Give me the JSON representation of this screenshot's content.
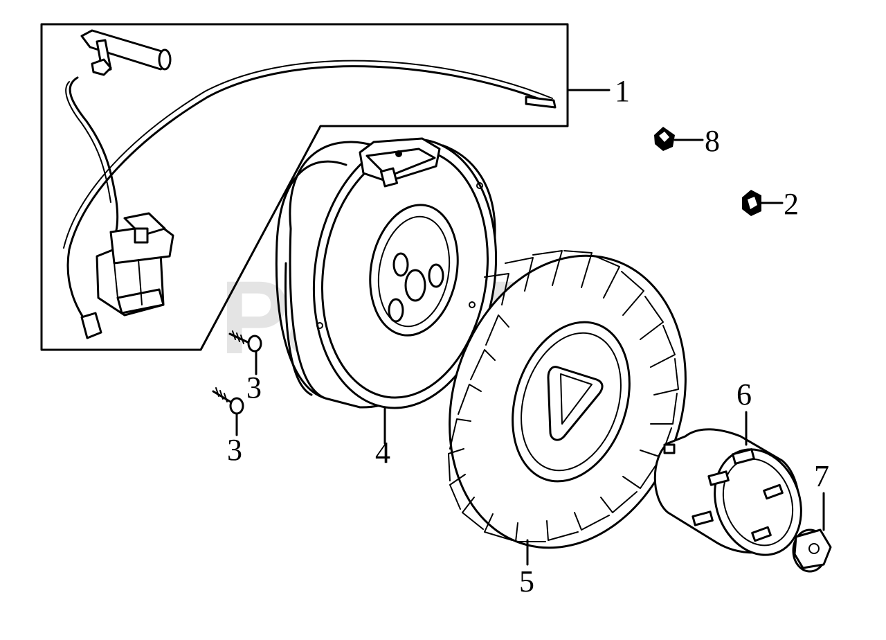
{
  "watermark": "PartsTree",
  "callouts": [
    {
      "id": "1",
      "label": "1",
      "part": "ignition-coil-assembly"
    },
    {
      "id": "2",
      "label": "2",
      "part": "nut"
    },
    {
      "id": "3a",
      "label": "3",
      "part": "bolt"
    },
    {
      "id": "3b",
      "label": "3",
      "part": "bolt"
    },
    {
      "id": "4",
      "label": "4",
      "part": "flywheel"
    },
    {
      "id": "5",
      "label": "5",
      "part": "cooling-fan"
    },
    {
      "id": "6",
      "label": "6",
      "part": "starter-cup"
    },
    {
      "id": "7",
      "label": "7",
      "part": "flange-nut"
    },
    {
      "id": "8",
      "label": "8",
      "part": "nut"
    }
  ],
  "colors": {
    "line": "#000000",
    "background": "#ffffff",
    "watermark": "#cfcfcf"
  }
}
